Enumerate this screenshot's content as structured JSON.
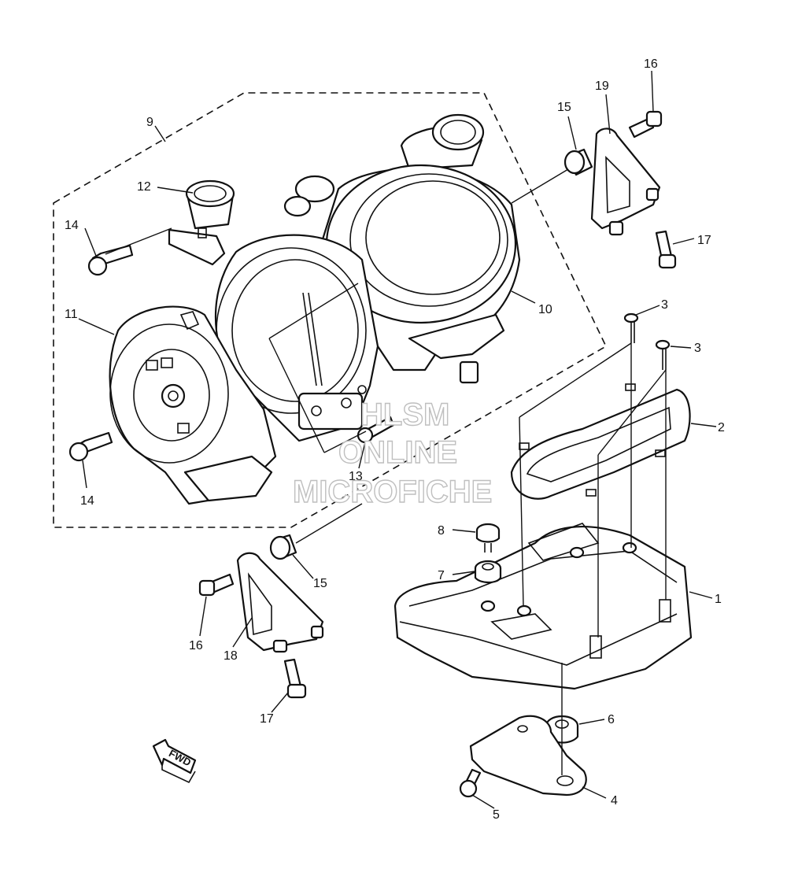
{
  "watermark": {
    "line1": "HLSM",
    "line2": "ONLINE",
    "line3": "MICROFICHE"
  },
  "fwd_label": "FWD",
  "callouts": [
    {
      "id": "c1",
      "text": "1"
    },
    {
      "id": "c2",
      "text": "2"
    },
    {
      "id": "c3a",
      "text": "3"
    },
    {
      "id": "c3b",
      "text": "3"
    },
    {
      "id": "c4",
      "text": "4"
    },
    {
      "id": "c5",
      "text": "5"
    },
    {
      "id": "c6",
      "text": "6"
    },
    {
      "id": "c7",
      "text": "7"
    },
    {
      "id": "c8",
      "text": "8"
    },
    {
      "id": "c9",
      "text": "9"
    },
    {
      "id": "c10",
      "text": "10"
    },
    {
      "id": "c11",
      "text": "11"
    },
    {
      "id": "c12",
      "text": "12"
    },
    {
      "id": "c13",
      "text": "13"
    },
    {
      "id": "c14a",
      "text": "14"
    },
    {
      "id": "c14b",
      "text": "14"
    },
    {
      "id": "c15a",
      "text": "15"
    },
    {
      "id": "c15b",
      "text": "15"
    },
    {
      "id": "c16a",
      "text": "16"
    },
    {
      "id": "c16b",
      "text": "16"
    },
    {
      "id": "c17a",
      "text": "17"
    },
    {
      "id": "c17b",
      "text": "17"
    },
    {
      "id": "c18",
      "text": "18"
    },
    {
      "id": "c19",
      "text": "19"
    }
  ]
}
